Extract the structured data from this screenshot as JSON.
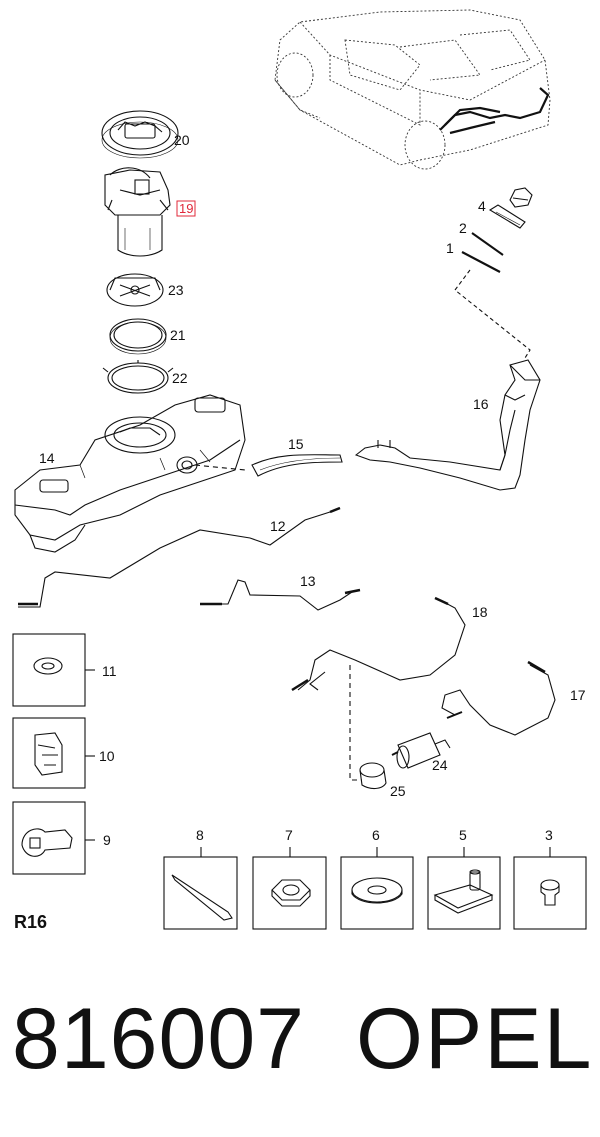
{
  "diagram": {
    "reference_code": "R16",
    "part_number": "816007",
    "brand": "OPEL",
    "callouts": {
      "c1": "1",
      "c2": "2",
      "c3": "3",
      "c4": "4",
      "c5": "5",
      "c6": "6",
      "c7": "7",
      "c8": "8",
      "c9": "9",
      "c10": "10",
      "c11": "11",
      "c12": "12",
      "c13": "13",
      "c14": "14",
      "c15": "15",
      "c16": "16",
      "c17": "17",
      "c18": "18",
      "c19": "19",
      "c20": "20",
      "c21": "21",
      "c22": "22",
      "c23": "23",
      "c24": "24",
      "c25": "25"
    },
    "highlight_color": "#e0283a"
  }
}
